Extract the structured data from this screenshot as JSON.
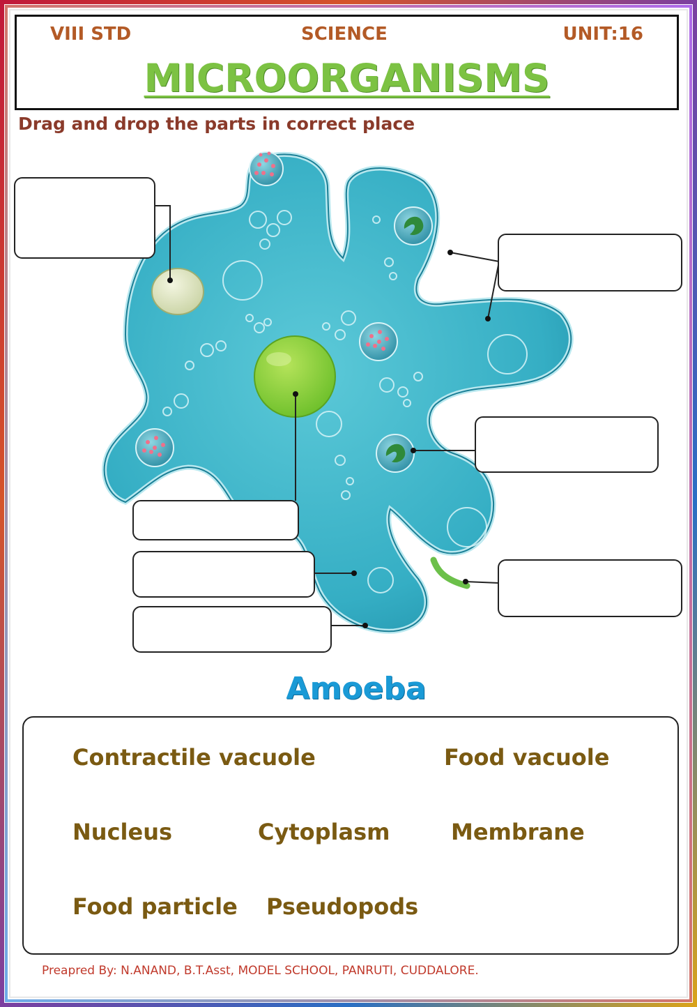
{
  "header": {
    "standard": "VIII STD",
    "subject": "SCIENCE",
    "unit": "UNIT:16",
    "title": "MICROORGANISMS"
  },
  "instruction": "Drag and drop the parts in correct place",
  "diagram": {
    "species": "Amoeba",
    "drop_targets": [
      "",
      "",
      "",
      "",
      "",
      "",
      ""
    ]
  },
  "word_bank": {
    "contractile_vacuole": "Contractile vacuole",
    "food_vacuole": "Food vacuole",
    "nucleus": "Nucleus",
    "cytoplasm": "Cytoplasm",
    "membrane": "Membrane",
    "food_particle": "Food particle",
    "pseudopods": "Pseudopods"
  },
  "footer": "Preapred By: N.ANAND, B.T.Asst, MODEL SCHOOL, PANRUTI, CUDDALORE.",
  "colors": {
    "header_text": "#b35a26",
    "title": "#7cc243",
    "instruction": "#8a3a2a",
    "species": "#1a9ad6",
    "word_bank_text": "#7a5a12",
    "footer": "#c0392b",
    "cell_body": "#3fb8cc",
    "nucleus": "#8ed13c"
  }
}
